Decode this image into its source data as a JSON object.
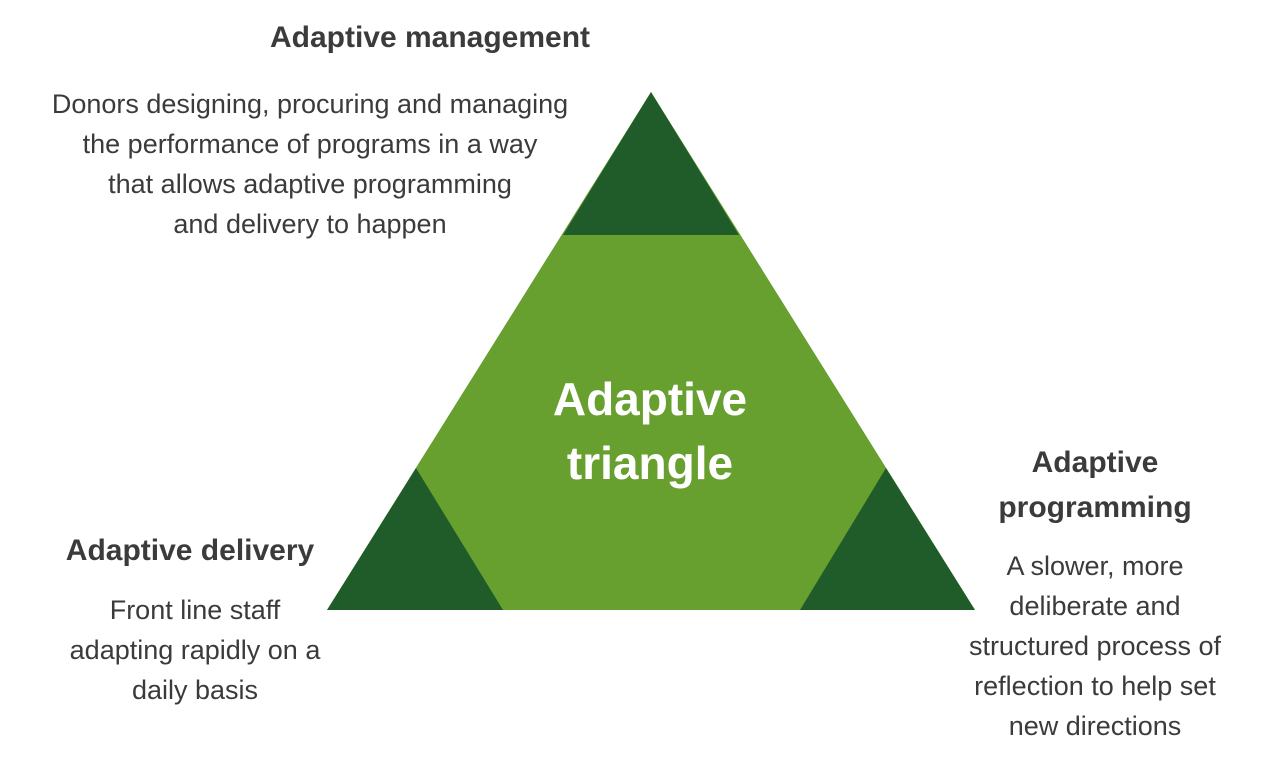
{
  "diagram": {
    "colors": {
      "center_fill": "#68a030",
      "corner_fill": "#1f5c29",
      "text": "#3b3b3b",
      "center_text": "#ffffff"
    },
    "center_label": {
      "lines": [
        "Adaptive",
        "triangle"
      ]
    },
    "top": {
      "heading": "Adaptive management",
      "description_lines": [
        "Donors designing, procuring and managing",
        "the performance of programs in a way",
        "that allows adaptive programming",
        "and delivery to happen"
      ]
    },
    "left": {
      "heading": "Adaptive delivery",
      "description_lines": [
        "Front line staff",
        "adapting rapidly on a",
        "daily basis"
      ]
    },
    "right": {
      "heading_lines": [
        "Adaptive",
        "programming"
      ],
      "description_lines": [
        "A slower, more",
        "deliberate and",
        "structured process of",
        "reflection to help set",
        "new directions"
      ]
    }
  }
}
